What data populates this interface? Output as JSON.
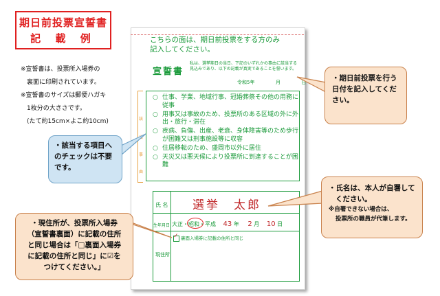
{
  "title": {
    "line1": "期日前投票宣誓書",
    "line2": "記 載 例"
  },
  "notes": [
    "※宣誓書は、投票所入場券の",
    "　裏面に印刷されています。",
    "※宣誓書のサイズは郵便ハガキ",
    "　1枚分の大きさです。",
    "　(たて約15cm×よこ約10cm)"
  ],
  "card": {
    "header_line1": "こちらの面は、期日前投票をする方のみ",
    "header_line2": "記入してください。",
    "heading": "宣誓書",
    "description": "私は、選挙期日の当日、下記のいずれかの事由に該当する見込みであり、以下の記載が真実であることを誓います。",
    "date_era": "令和5年",
    "date_month": "月",
    "date_day": "日",
    "side_label": [
      "該",
      "当",
      "事",
      "由"
    ],
    "reasons": [
      "仕事、学業、地域行事、冠婚葬祭その他の用務に従事",
      "用事又は事故のため、投票所のある区域の外に外出・旅行・滞在",
      "疾病、負傷、出産、老衰、身体障害等のため歩行が困難又は刑事施設等に収容",
      "住居移転のため、盛岡市以外に居住",
      "天災又は悪天候により投票所に到達することが困難"
    ],
    "reason_mark": "○",
    "name_label": "氏 名",
    "name_value": "選挙　太郎",
    "birth_label": "生年月日",
    "birth_eras": "大正・昭和・平成",
    "birth_year": "43",
    "birth_year_unit": "年",
    "birth_month": "2",
    "birth_month_unit": "月",
    "birth_day": "10",
    "birth_day_unit": "日",
    "check_text": "裏面入場券に記載の住所と同じ",
    "address_label": "現住所"
  },
  "callouts": {
    "date": [
      "・期日前投票を行う",
      "日付を記入してくだ",
      "さい。"
    ],
    "check": [
      "・該当する項目へ",
      "のチェックは不要",
      "です。"
    ],
    "name": [
      "・氏名は、本人が自署して",
      "ください。"
    ],
    "name_sub": [
      "※自署できない場合は、",
      "投票所の職員が代筆します。"
    ],
    "address": [
      "・現住所が、投票所入場券",
      "（宣誓書裏面）に記載の住所",
      "と同じ場合は「□裏面入場券",
      "に記載の住所と同じ」に☑を",
      "つけてください。」"
    ]
  },
  "colors": {
    "stamp_red": "#e02020",
    "form_green": "#1a9a3a",
    "callout_orange": "#fbe3cc",
    "callout_blue": "#cfe4f3"
  }
}
